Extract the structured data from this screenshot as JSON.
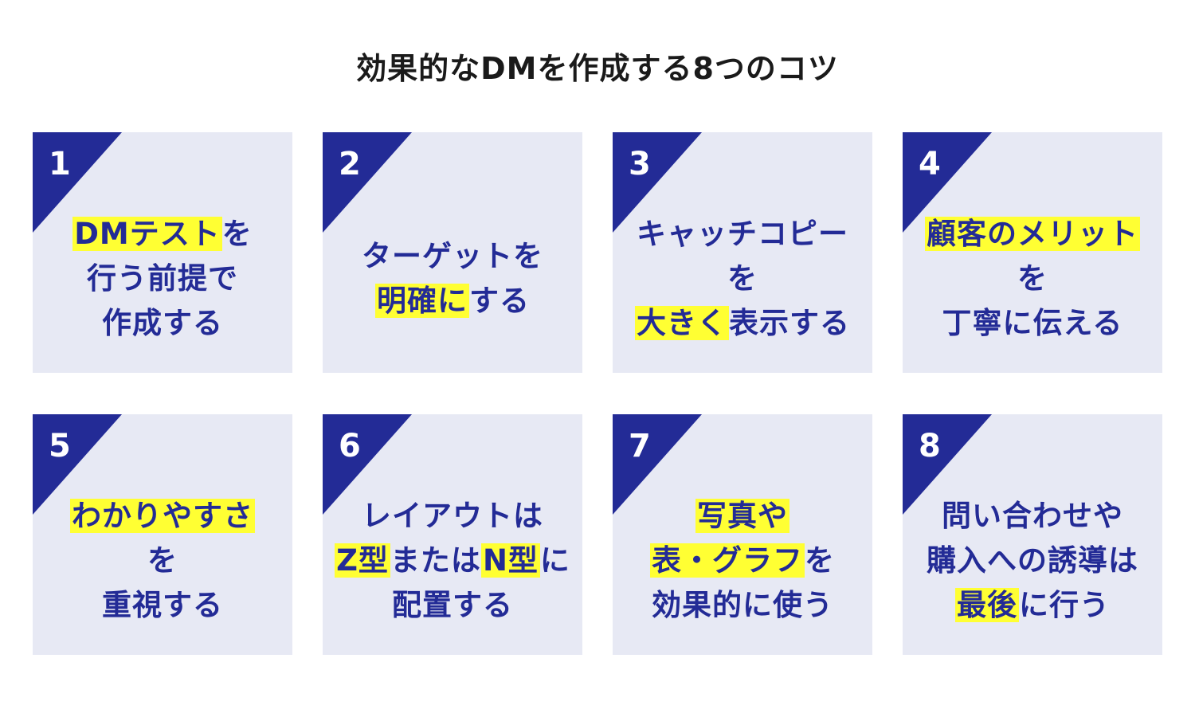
{
  "title": "効果的なDMを作成する8つのコツ",
  "colors": {
    "accent": "#232b96",
    "card_bg": "#e7e9f4",
    "highlight": "#ffff33",
    "title_text": "#1a1a1a"
  },
  "cards": [
    {
      "num": "1",
      "lines": [
        [
          {
            "t": "DMテスト",
            "hl": true
          },
          {
            "t": "を",
            "hl": false
          }
        ],
        [
          {
            "t": "行う前提で",
            "hl": false
          }
        ],
        [
          {
            "t": "作成する",
            "hl": false
          }
        ]
      ]
    },
    {
      "num": "2",
      "lines": [
        [
          {
            "t": "ターゲットを",
            "hl": false
          }
        ],
        [
          {
            "t": "明確に",
            "hl": true
          },
          {
            "t": "する",
            "hl": false
          }
        ]
      ]
    },
    {
      "num": "3",
      "lines": [
        [
          {
            "t": "キャッチコピー",
            "hl": false
          }
        ],
        [
          {
            "t": "を",
            "hl": false
          }
        ],
        [
          {
            "t": "大きく",
            "hl": true
          },
          {
            "t": "表示する",
            "hl": false
          }
        ]
      ]
    },
    {
      "num": "4",
      "lines": [
        [
          {
            "t": "顧客のメリット",
            "hl": true
          }
        ],
        [
          {
            "t": "を",
            "hl": false
          }
        ],
        [
          {
            "t": "丁寧に伝える",
            "hl": false
          }
        ]
      ]
    },
    {
      "num": "5",
      "lines": [
        [
          {
            "t": "わかりやすさ",
            "hl": true
          }
        ],
        [
          {
            "t": "を",
            "hl": false
          }
        ],
        [
          {
            "t": "重視する",
            "hl": false
          }
        ]
      ]
    },
    {
      "num": "6",
      "lines": [
        [
          {
            "t": "レイアウトは",
            "hl": false
          }
        ],
        [
          {
            "t": "Z型",
            "hl": true
          },
          {
            "t": "または",
            "hl": false
          },
          {
            "t": "N型",
            "hl": true
          },
          {
            "t": "に",
            "hl": false
          }
        ],
        [
          {
            "t": "配置する",
            "hl": false
          }
        ]
      ]
    },
    {
      "num": "7",
      "lines": [
        [
          {
            "t": "写真や",
            "hl": true
          }
        ],
        [
          {
            "t": "表・グラフ",
            "hl": true
          },
          {
            "t": "を",
            "hl": false
          }
        ],
        [
          {
            "t": "効果的に使う",
            "hl": false
          }
        ]
      ]
    },
    {
      "num": "8",
      "lines": [
        [
          {
            "t": "問い合わせや",
            "hl": false
          }
        ],
        [
          {
            "t": "購入への誘導は",
            "hl": false
          }
        ],
        [
          {
            "t": "最後",
            "hl": true
          },
          {
            "t": "に行う",
            "hl": false
          }
        ]
      ]
    }
  ]
}
